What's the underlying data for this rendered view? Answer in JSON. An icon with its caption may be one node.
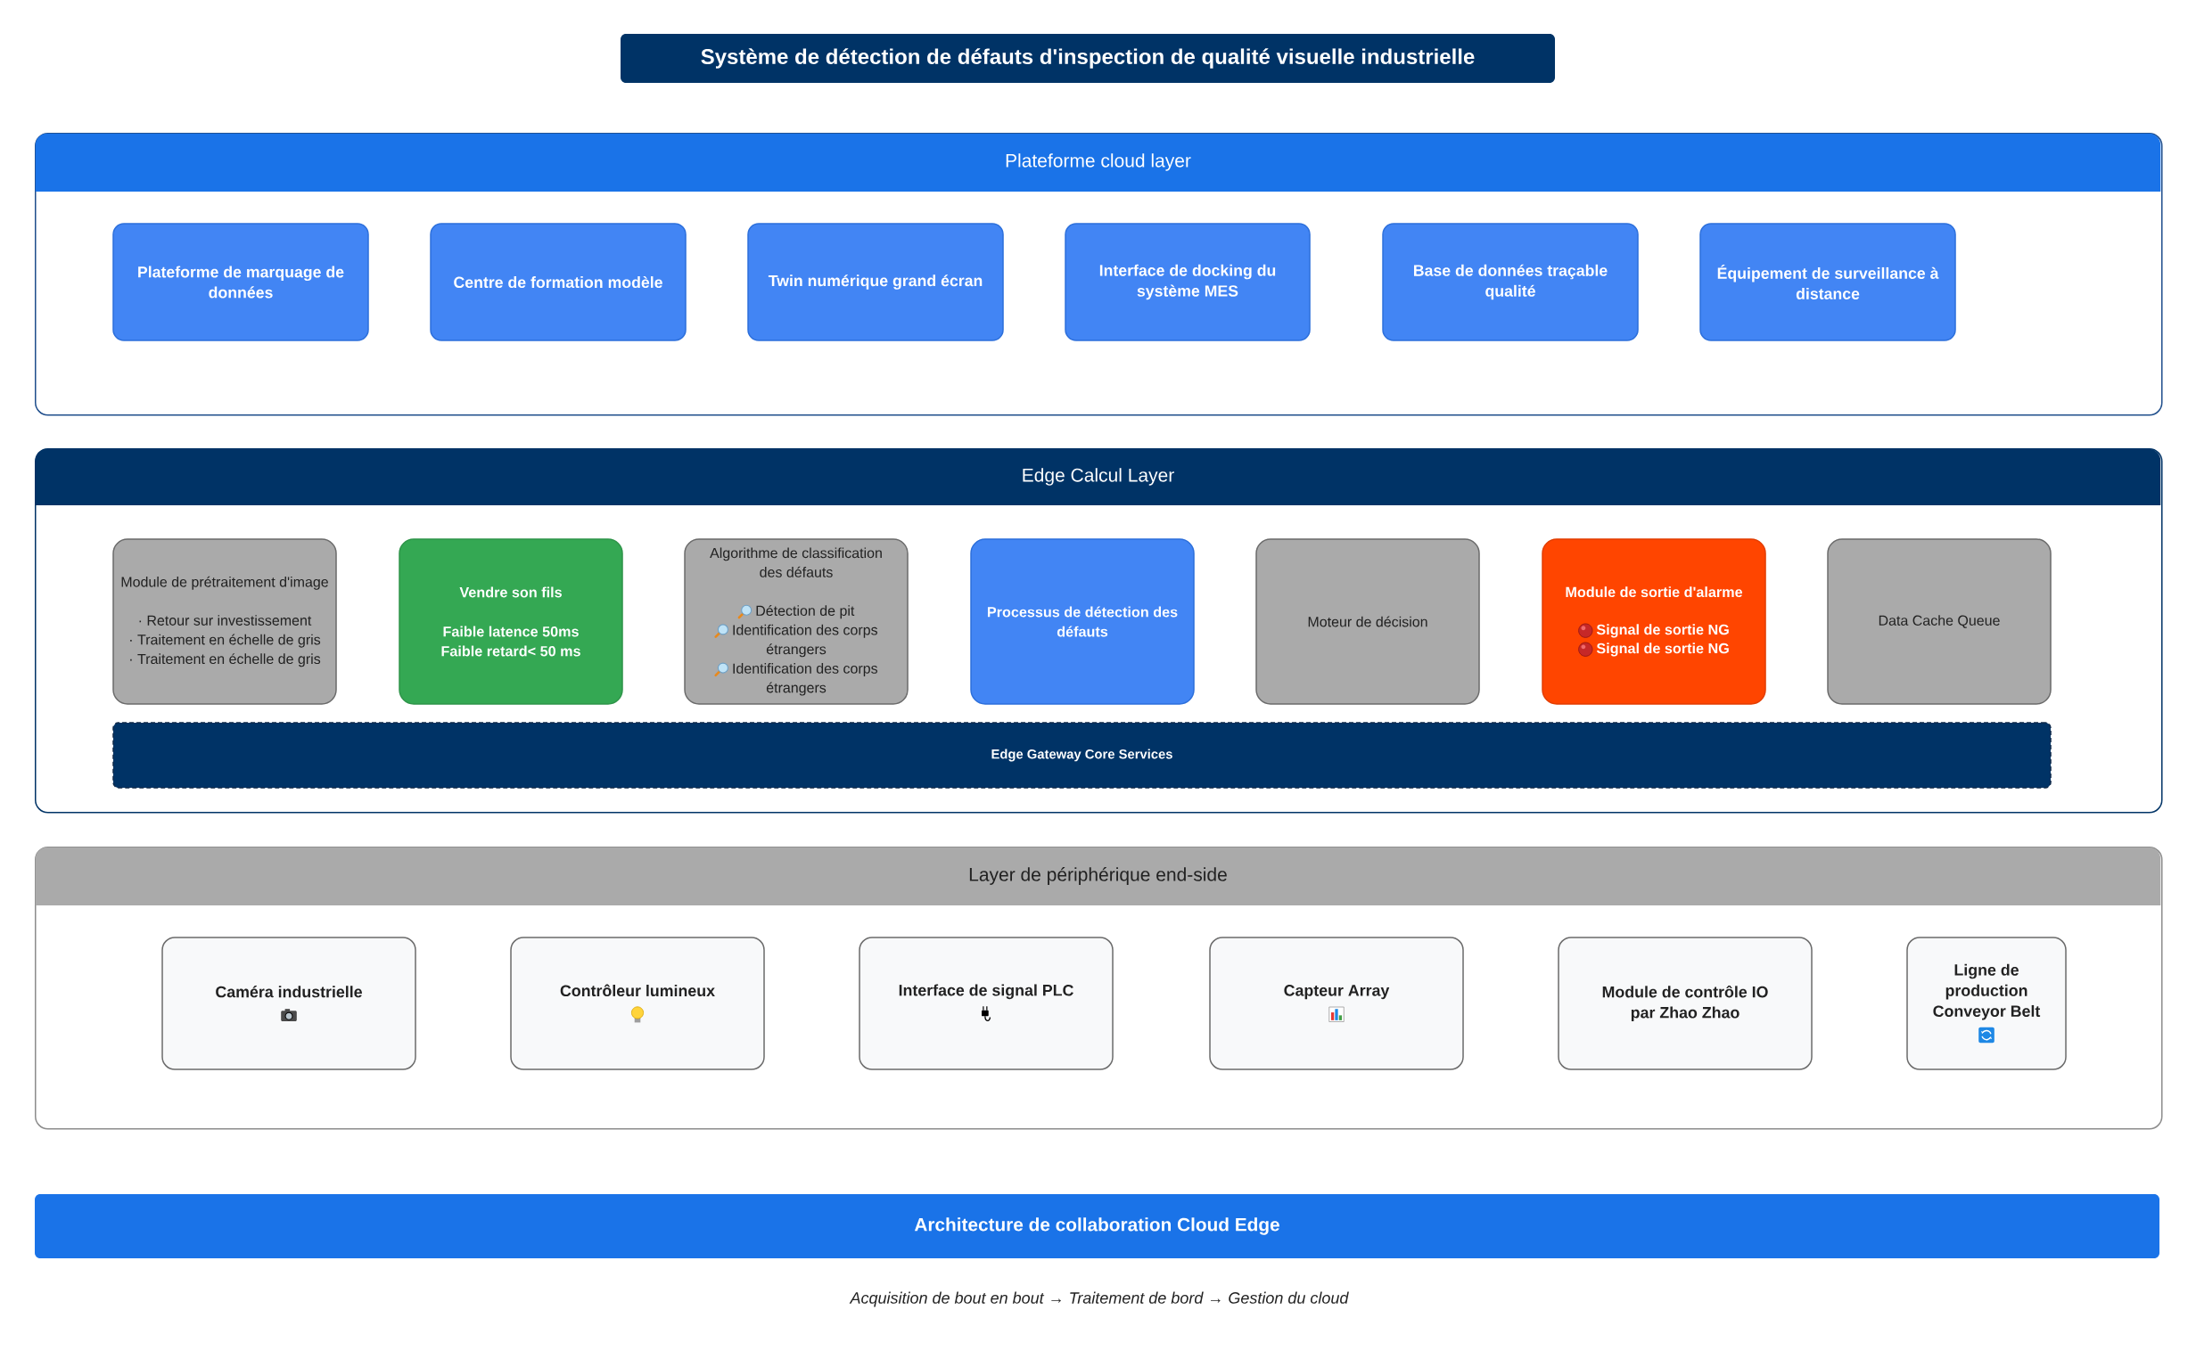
{
  "diagram": {
    "title": "Système de détection de défauts d'inspection de qualité visuelle industrielle",
    "nodes": [
      {
        "text": [],
        "shape": "box"
      },
      {
        "text": [
          "Plateforme cloud layer"
        ],
        "in": 0
      },
      {
        "text": [
          "Plateforme de marquage de données"
        ],
        "in": 0
      },
      {
        "text": [
          "Centre de formation modèle"
        ],
        "in": 0
      },
      {
        "text": [
          "Twin numérique grand écran"
        ],
        "in": 0
      },
      {
        "text": [
          "Interface de docking du système MES"
        ],
        "in": 0
      },
      {
        "text": [
          "Base de données traçable qualité"
        ],
        "in": 0
      },
      {
        "text": [
          "Équipement de surveillance à distance"
        ],
        "in": 0
      },
      {
        "text": [],
        "shape": "box"
      },
      {
        "text": [
          "Edge Calcul Layer"
        ],
        "in": 8
      },
      {
        "text": [
          "Module de prétraitement d'image",
          "· Retour sur investissement",
          "· Traitement en échelle de gris",
          "· Traitement en échelle de gris"
        ],
        "in": 8
      },
      {
        "text": [
          "Vendre son fils",
          "Faible latence 50ms",
          "Faible retard< 50 ms"
        ],
        "in": 8
      },
      {
        "text": [
          "Algorithme de classification des défauts",
          "Détection de pit",
          "Identification des corps étrangers",
          "Identification des corps étrangers"
        ],
        "in": 8
      },
      {
        "text": [
          "Processus de détection des défauts"
        ],
        "in": 8
      },
      {
        "text": [
          "Moteur de décision"
        ],
        "in": 8
      },
      {
        "text": [
          "Module de sortie d'alarme",
          "Signal de sortie NG",
          "Signal de sortie NG"
        ],
        "in": 8
      },
      {
        "text": [
          "Data Cache Queue"
        ],
        "in": 8
      },
      {
        "text": [
          "Edge Gateway Core Services"
        ],
        "in": 8
      },
      {
        "text": [],
        "shape": "box"
      },
      {
        "text": [
          "Layer de périphérique end-side"
        ],
        "in": 18
      },
      {
        "text": [
          "Caméra industrielle"
        ],
        "in": 18
      },
      {
        "text": [
          "Contrôleur lumineux"
        ],
        "in": 18
      },
      {
        "text": [
          "Interface de signal PLC"
        ],
        "in": 18
      },
      {
        "text": [
          "Capteur Array"
        ],
        "in": 18
      },
      {
        "text": [
          "Module de contrôle IO par Zhao Zhao"
        ],
        "in": 18
      },
      {
        "text": [
          "Ligne de production Conveyor Belt"
        ],
        "in": 18
      },
      {
        "text": [
          "Architecture de collaboration Cloud Edge"
        ]
      }
    ],
    "caption": "Acquisition de bout en bout → Traitement de bord → Gestion du cloud"
  }
}
